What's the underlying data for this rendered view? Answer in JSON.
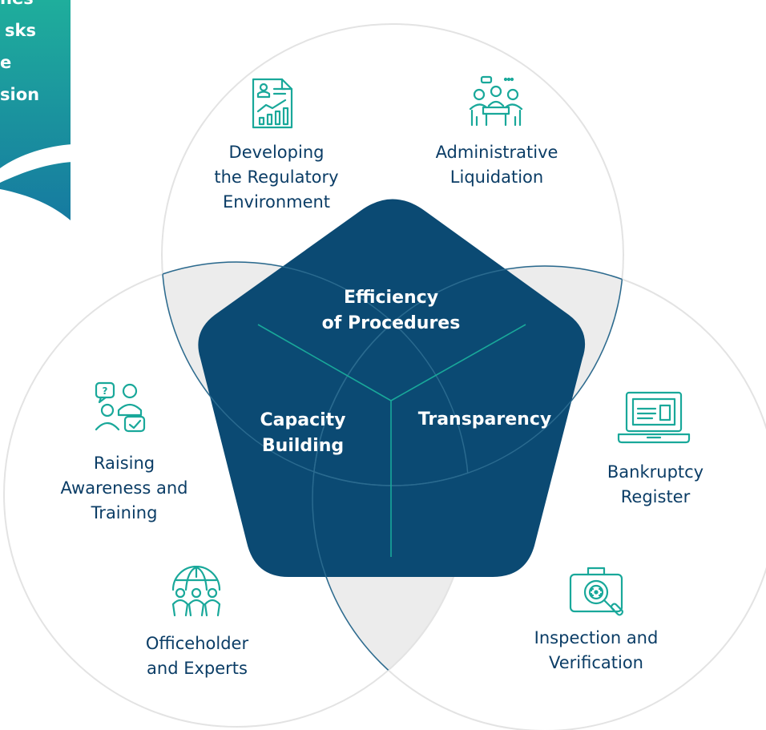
{
  "ribbon": {
    "lines": [
      "nes",
      "sks",
      "e",
      "sion"
    ],
    "colors": {
      "top": "#1fae9c",
      "bottom": "#167aa0"
    }
  },
  "core": {
    "efficiency": [
      "Efficiency",
      "of Procedures"
    ],
    "capacity": [
      "Capacity",
      "Building"
    ],
    "transparency": "Transparency"
  },
  "outer": {
    "regulatory": [
      "Developing",
      "the Regulatory",
      "Environment"
    ],
    "liquidation": [
      "Administrative",
      "Liquidation"
    ],
    "awareness": [
      "Raising",
      "Awareness and",
      "Training"
    ],
    "officeholder": [
      "Officeholder",
      "and Experts"
    ],
    "register": [
      "Bankruptcy",
      "Register"
    ],
    "inspection": [
      "Inspection and",
      "Verification"
    ]
  },
  "icons": {
    "regulatory": "report-chart-icon",
    "liquidation": "meeting-table-icon",
    "awareness": "consultation-icon",
    "officeholder": "global-network-icon",
    "register": "laptop-register-icon",
    "inspection": "briefcase-inspection-icon"
  },
  "colors": {
    "navy": "#0b4a73",
    "teal": "#19a89a",
    "text": "#0b3d66",
    "circle_stroke": "#e3e3e3",
    "overlap_fill": "#ececec"
  }
}
